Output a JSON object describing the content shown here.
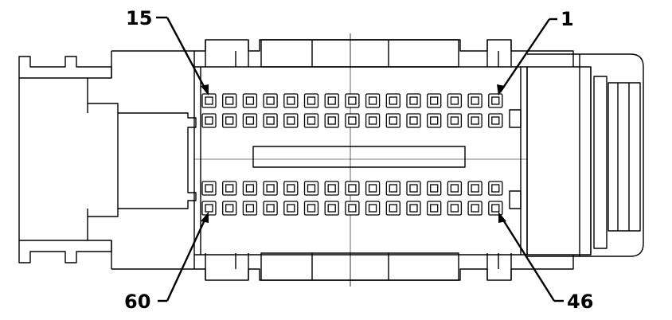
{
  "labels": {
    "top_right": "1",
    "top_left": "15",
    "bottom_left": "60",
    "bottom_right": "46"
  },
  "grid": {
    "rows": 4,
    "columns": 15
  }
}
